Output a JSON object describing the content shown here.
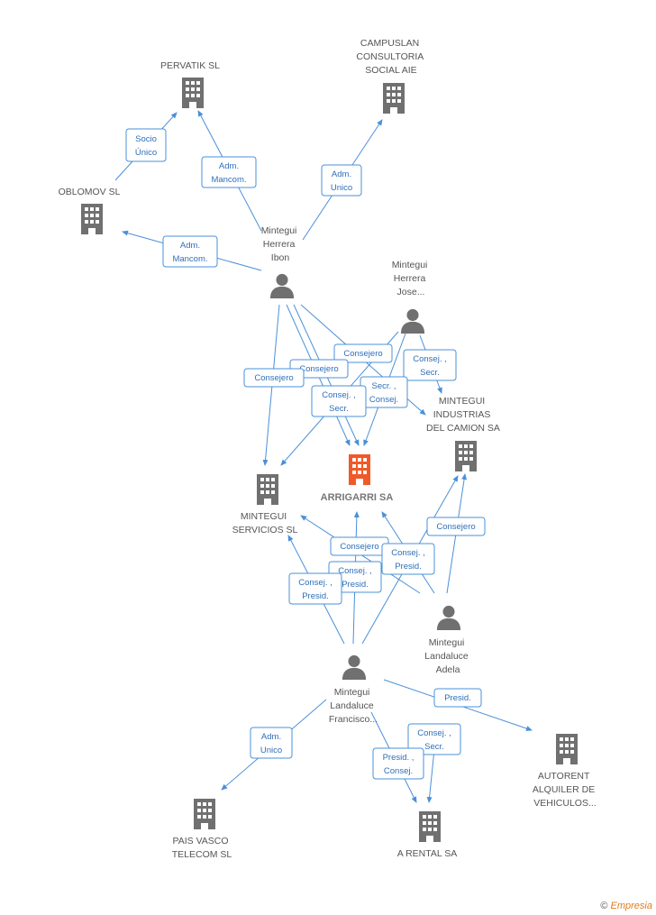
{
  "colors": {
    "edge": "#4a90d9",
    "company": "#707070",
    "center": "#f05a28",
    "person": "#707070"
  },
  "center": {
    "label": "ARRIGARRI SA"
  },
  "companies": [
    {
      "id": "pervatik",
      "lines": [
        "PERVATIK SL"
      ]
    },
    {
      "id": "campuslan",
      "lines": [
        "CAMPUSLAN",
        "CONSULTORIA",
        "SOCIAL AIE"
      ]
    },
    {
      "id": "oblomov",
      "lines": [
        "OBLOMOV SL"
      ]
    },
    {
      "id": "mintegui-industrias",
      "lines": [
        "MINTEGUI",
        "INDUSTRIAS",
        "DEL CAMION SA"
      ]
    },
    {
      "id": "mintegui-servicios",
      "lines": [
        "MINTEGUI",
        "SERVICIOS SL"
      ]
    },
    {
      "id": "autorent",
      "lines": [
        "AUTORENT",
        "ALQUILER DE",
        "VEHICULOS..."
      ]
    },
    {
      "id": "pais-vasco",
      "lines": [
        "PAIS VASCO",
        "TELECOM SL"
      ]
    },
    {
      "id": "a-rental",
      "lines": [
        "A RENTAL SA"
      ]
    }
  ],
  "people": [
    {
      "id": "ibon",
      "lines": [
        "Mintegui",
        "Herrera",
        "Ibon"
      ]
    },
    {
      "id": "jose",
      "lines": [
        "Mintegui",
        "Herrera",
        "Jose..."
      ]
    },
    {
      "id": "adela",
      "lines": [
        "Mintegui",
        "Landaluce",
        "Adela"
      ]
    },
    {
      "id": "francisco",
      "lines": [
        "Mintegui",
        "Landaluce",
        "Francisco..."
      ]
    }
  ],
  "edge_labels": [
    [
      "Socio",
      "Único"
    ],
    [
      "Adm.",
      "Mancom."
    ],
    [
      "Adm.",
      "Unico"
    ],
    [
      "Adm.",
      "Mancom."
    ],
    [
      "Consejero"
    ],
    [
      "Consejero"
    ],
    [
      "Consej. ,",
      "Secr."
    ],
    [
      "Consejero"
    ],
    [
      "Secr. ,",
      "Consej."
    ],
    [
      "Consej. ,",
      "Secr."
    ],
    [
      "Consejero"
    ],
    [
      "Consejero"
    ],
    [
      "Consej. ,",
      "Presid."
    ],
    [
      "Consej. ,",
      "Presid."
    ],
    [
      "Consej. ,",
      "Presid."
    ],
    [
      "Presid."
    ],
    [
      "Adm.",
      "Unico"
    ],
    [
      "Consej. ,",
      "Secr."
    ],
    [
      "Presid. ,",
      "Consej."
    ]
  ],
  "footer": {
    "copyright": "©",
    "brand": "Empresia"
  }
}
